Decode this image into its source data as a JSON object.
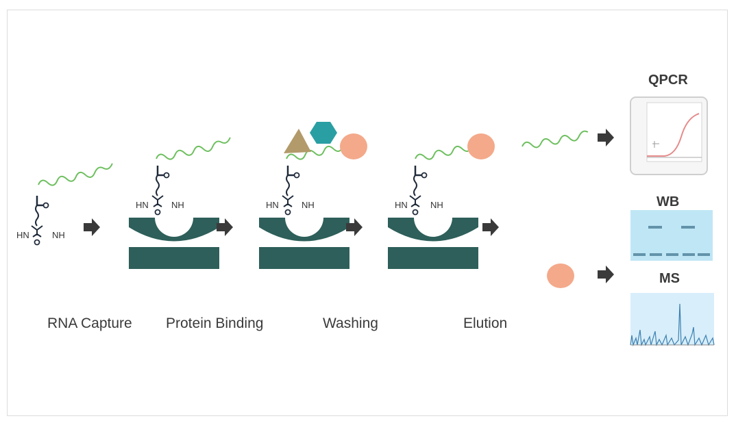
{
  "steps": [
    {
      "label": "RNA Capture"
    },
    {
      "label": "Protein Binding"
    },
    {
      "label": "Washing"
    },
    {
      "label": "Elution"
    }
  ],
  "linker": {
    "hn": "HN",
    "nh": "NH"
  },
  "outputs": {
    "qpcr": "QPCR",
    "wb": "WB",
    "ms": "MS"
  },
  "colors": {
    "bead": "#2e5f5a",
    "rna": "#6dbf5e",
    "arrow": "#3a3a3a",
    "protein_circle": "#f4a98a",
    "protein_triangle": "#b39a6a",
    "protein_hexagon": "#2a9fa3",
    "wb_background": "#bfe6f5",
    "ms_background": "#d8eefa"
  }
}
